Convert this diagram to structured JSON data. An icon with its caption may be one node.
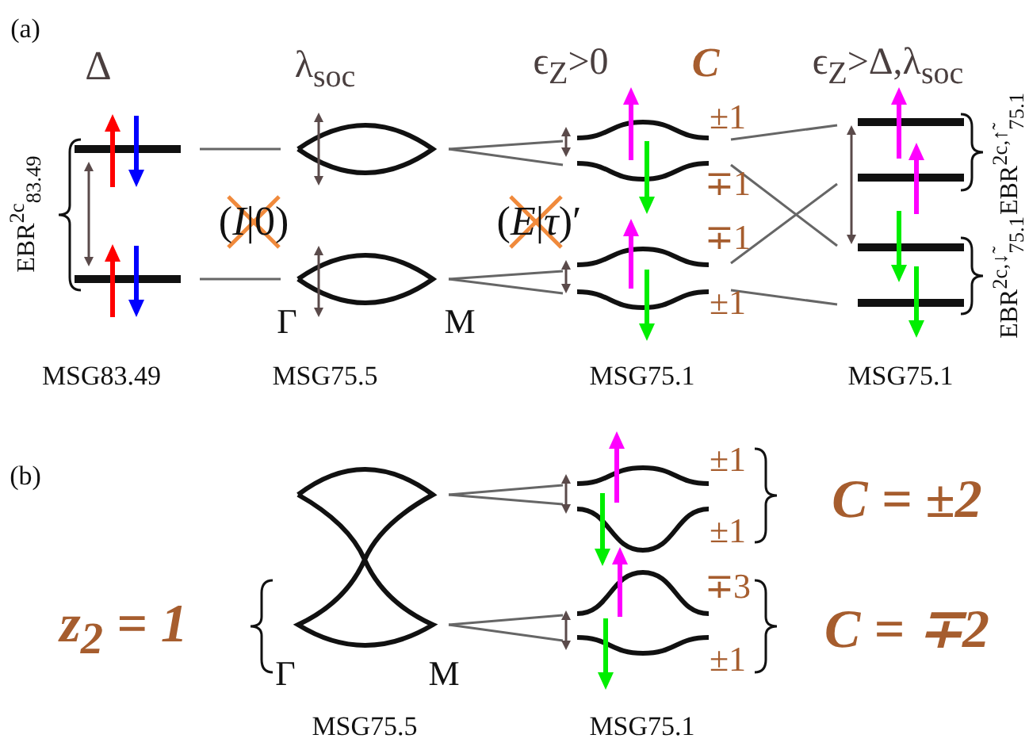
{
  "diagram": {
    "labels": [
      "(a)",
      "Δ",
      "λ$_{soc}$",
      "ϵ$_{Z}$>0",
      "C",
      "ϵ$_{Z}$>Δ,λ$_{soc}$",
      "EBR$^{2c}$$_{83.49}$",
      "(*I*|0)",
      "(*E*|*τ*)′",
      "±1",
      "∓1",
      "∓1",
      "±1",
      "EBR$^{2c,↑̃}$$_{75.1}$",
      "EBR$^{2c,↓̃}$$_{75.1}$",
      "Γ",
      "M",
      "MSG83.49",
      "MSG75.5",
      "MSG75.1",
      "MSG75.1",
      "(b)",
      "±1",
      "±1",
      "∓3",
      "±1",
      "C = ±2",
      "C = ∓2",
      "z$_{2}$ = 1",
      "Γ",
      "M",
      "MSG75.5",
      "MSG75.1"
    ]
  }
}
